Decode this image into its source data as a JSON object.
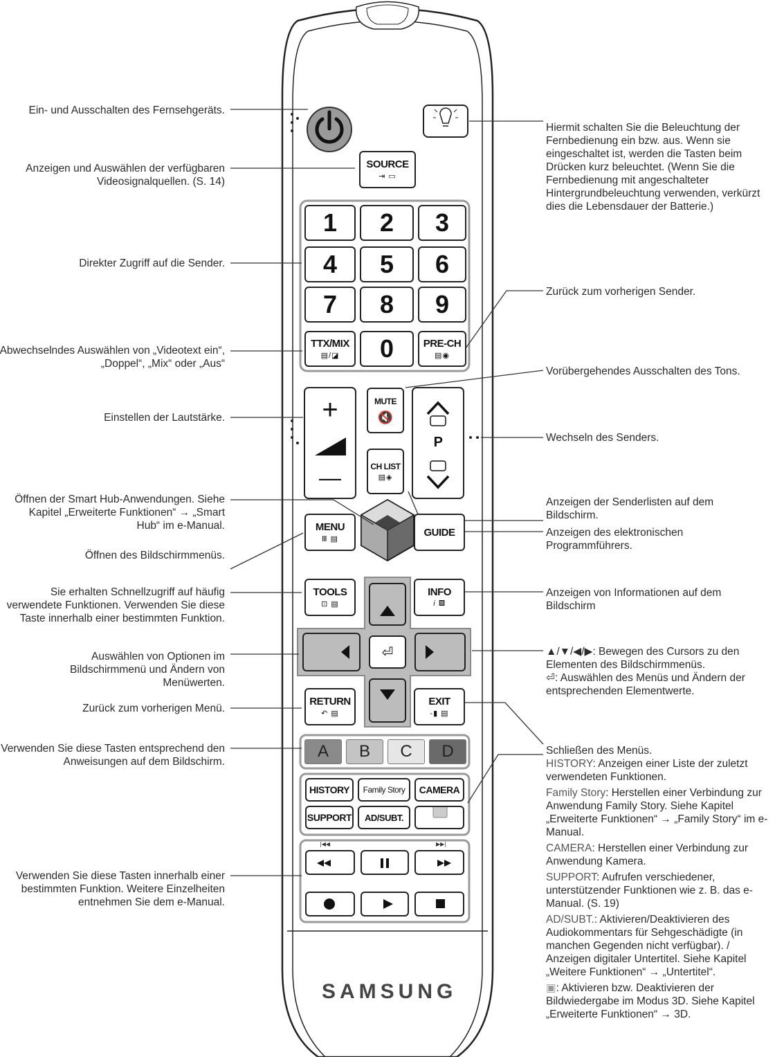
{
  "remote": {
    "brand": "SAMSUNG",
    "source_label": "SOURCE",
    "numbers": [
      "1",
      "2",
      "3",
      "4",
      "5",
      "6",
      "7",
      "8",
      "9"
    ],
    "zero": "0",
    "ttx_label": "TTX/MIX",
    "prech_label": "PRE-CH",
    "mute_label": "MUTE",
    "chlist_label": "CH LIST",
    "p_label": "P",
    "menu_label": "MENU",
    "guide_label": "GUIDE",
    "tools_label": "TOOLS",
    "info_label": "INFO",
    "return_label": "RETURN",
    "exit_label": "EXIT",
    "color_buttons": [
      "A",
      "B",
      "C",
      "D"
    ],
    "history_label": "HISTORY",
    "family_label": "Family Story",
    "camera_label": "CAMERA",
    "support_label": "SUPPORT",
    "adsubt_label": "AD/SUBT.",
    "vol_plus": "+",
    "vol_minus": "—"
  },
  "annotations_left": {
    "power": "Ein- und Ausschalten des Fernsehgeräts.",
    "source": "Anzeigen und Auswählen der verfügbaren Videosignalquellen. (S. 14)",
    "numbers": "Direkter Zugriff auf die Sender.",
    "ttx": "Abwechselndes Auswählen von „Videotext ein“, „Doppel“, „Mix“ oder „Aus“",
    "volume": "Einstellen der Lautstärke.",
    "smarthub": "Öffnen der Smart Hub-Anwendungen. Siehe Kapitel „Erweiterte Funktionen“ → „Smart Hub“ im e-Manual.",
    "menu": "Öffnen des Bildschirmmenüs.",
    "tools": "Sie erhalten Schnellzugriff auf häufig verwendete Funktionen. Verwenden Sie diese Taste innerhalb einer bestimmten Funktion.",
    "nav": "Auswählen von Optionen im Bildschirmmenü und Ändern von Menüwerten.",
    "return": "Zurück zum vorherigen Menü.",
    "colors": "Verwenden Sie diese Tasten entsprechend den Anweisungen auf dem Bildschirm.",
    "media": "Verwenden Sie diese Tasten innerhalb einer bestimmten Funktion. Weitere Einzelheiten entnehmen Sie dem e-Manual."
  },
  "annotations_right": {
    "light": "Hiermit schalten Sie die Beleuchtung der Fernbedienung ein bzw. aus. Wenn sie eingeschaltet ist, werden die Tasten beim Drücken kurz beleuchtet. (Wenn Sie die Fernbedienung mit angeschalteter Hintergrundbeleuchtung verwenden, verkürzt dies die Lebensdauer der Batterie.)",
    "prech": "Zurück zum vorherigen Sender.",
    "mute": "Vorübergehendes Ausschalten des Tons.",
    "channel": "Wechseln des Senders.",
    "chlist": "Anzeigen der Senderlisten auf dem Bildschirm.",
    "guide": "Anzeigen des elektronischen Programmführers.",
    "info": "Anzeigen von Informationen auf dem Bildschirm",
    "nav": "▲/▼/◀/▶: Bewegen des Cursors zu den Elementen des Bildschirmmenüs.",
    "enter": "⏎: Auswählen des Menüs und Ändern der entsprechenden Elementwerte.",
    "exit": "Schließen des Menüs.",
    "history_kw": "HISTORY",
    "history": ": Anzeigen einer Liste der zuletzt verwendeten Funktionen.",
    "family_kw": "Family Story",
    "family": ": Herstellen einer Verbindung zur Anwendung Family Story. Siehe Kapitel „Erweiterte Funktionen“ → „Family Story“ im e-Manual.",
    "camera_kw": "CAMERA",
    "camera": ": Herstellen einer Verbindung zur Anwendung Kamera.",
    "support_kw": "SUPPORT",
    "support": ": Aufrufen verschiedener, unterstützender Funktionen wie z. B. das e-Manual. (S. 19)",
    "adsubt_kw": "AD/SUBT.",
    "adsubt": ": Aktivieren/Deaktivieren des Audiokommentars für Sehgeschädigte (in manchen Gegenden nicht verfügbar). / Anzeigen digitaler Untertitel. Siehe Kapitel „Weitere Funktionen“ → „Untertitel“.",
    "threed": ": Aktivieren bzw. Deaktivieren der Bildwiedergabe im Modus 3D. Siehe Kapitel „Erweiterte Funktionen“ → 3D."
  }
}
